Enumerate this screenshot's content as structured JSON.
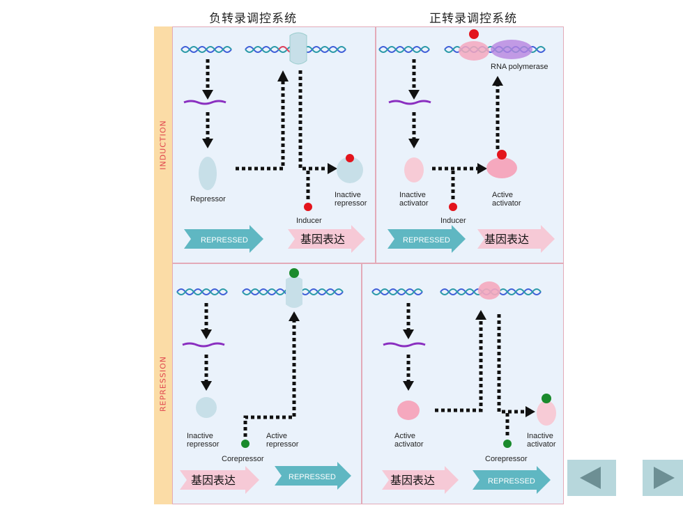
{
  "titles": {
    "negative": "负转录调控系统",
    "positive": "正转录调控系统"
  },
  "side_labels": {
    "induction": "INDUCTION",
    "repression": "REPRESSION"
  },
  "panels": {
    "neg_induction": {
      "repressor": "Repressor",
      "inactive_repressor": [
        "Inactive",
        "repressor"
      ],
      "inducer": "Inducer",
      "arrow_repressed": "REPRESSED",
      "arrow_expressed": "基因表达"
    },
    "pos_induction": {
      "rna_polymerase": "RNA polymerase",
      "inactive_activator": [
        "Inactive",
        "activator"
      ],
      "active_activator": [
        "Active",
        "activator"
      ],
      "inducer": "Inducer",
      "arrow_repressed": "REPRESSED",
      "arrow_expressed": "基因表达"
    },
    "neg_repression": {
      "inactive_repressor": [
        "Inactive",
        "repressor"
      ],
      "active_repressor": [
        "Active",
        "repressor"
      ],
      "corepressor": "Corepressor",
      "arrow_expressed": "基因表达",
      "arrow_repressed": "REPRESSED"
    },
    "pos_repression": {
      "active_activator": [
        "Active",
        "activator"
      ],
      "inactive_activator": [
        "Inactive",
        "activator"
      ],
      "corepressor": "Corepressor",
      "arrow_expressed": "基因表达",
      "arrow_repressed": "REPRESSED"
    }
  },
  "colors": {
    "dna_blue": "#3f5fd8",
    "dna_red": "#e8465a",
    "mrna": "#8a2fc0",
    "inducer": "#e3141c",
    "corepressor": "#1a8a2c",
    "teal_arrow": "#5fb7c2",
    "pink_arrow": "#f6c9d6",
    "side_bar": "#fbdca6"
  },
  "nav": {
    "prev": "previous-slide",
    "next": "next-slide"
  }
}
